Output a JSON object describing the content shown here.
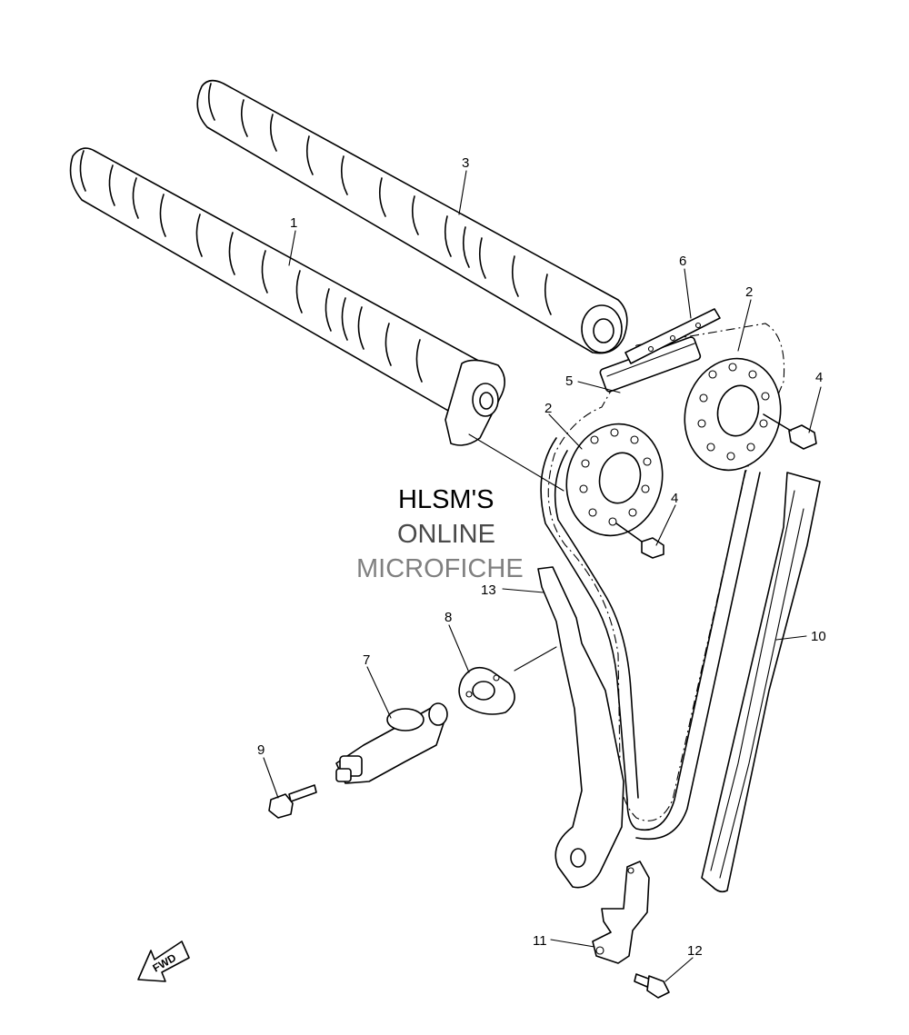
{
  "watermark": {
    "line1": "HLSM'S",
    "line2": "ONLINE",
    "line3": "MICROFICHE"
  },
  "callouts": {
    "c1": "1",
    "c2a": "2",
    "c2b": "2",
    "c3": "3",
    "c4a": "4",
    "c4b": "4",
    "c5": "5",
    "c6": "6",
    "c7": "7",
    "c8": "8",
    "c9": "9",
    "c10": "10",
    "c11": "11",
    "c12": "12",
    "c13": "13"
  },
  "fwd_label": "FWD",
  "parts": [
    {
      "callout": "1",
      "icon": "camshaft-icon"
    },
    {
      "callout": "2",
      "icon": "sprocket-icon"
    },
    {
      "callout": "3",
      "icon": "camshaft-icon"
    },
    {
      "callout": "4",
      "icon": "bolt-icon"
    },
    {
      "callout": "5",
      "icon": "chain-icon"
    },
    {
      "callout": "6",
      "icon": "guide-icon"
    },
    {
      "callout": "7",
      "icon": "tensioner-icon"
    },
    {
      "callout": "8",
      "icon": "gasket-icon"
    },
    {
      "callout": "9",
      "icon": "bolt-icon"
    },
    {
      "callout": "10",
      "icon": "guide-icon"
    },
    {
      "callout": "11",
      "icon": "bracket-icon"
    },
    {
      "callout": "12",
      "icon": "bolt-icon"
    },
    {
      "callout": "13",
      "icon": "guide-icon"
    }
  ]
}
